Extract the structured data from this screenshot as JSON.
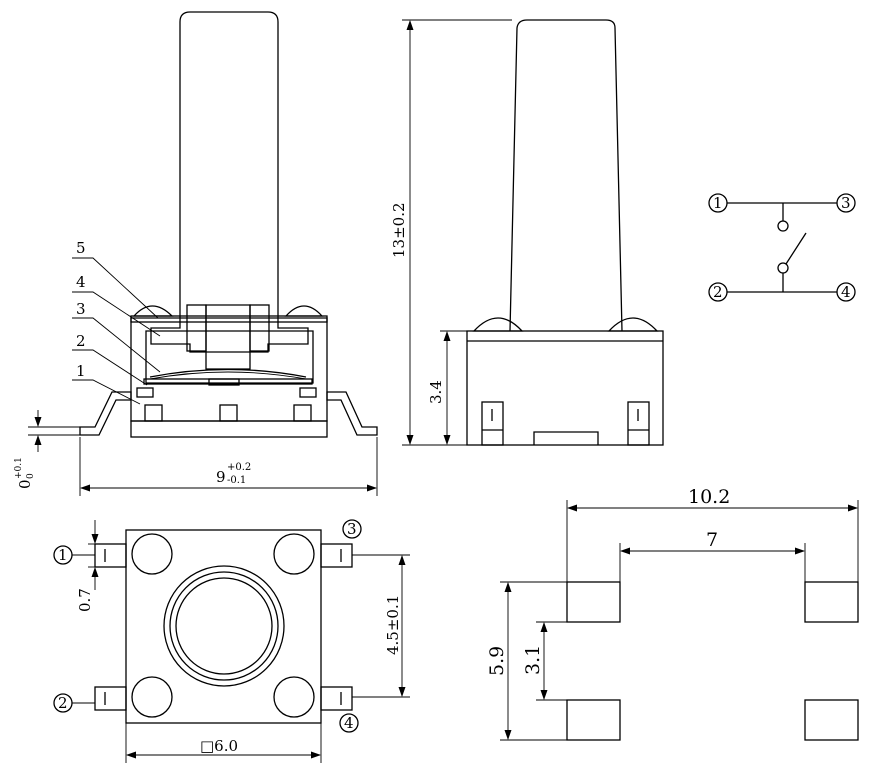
{
  "part_labels": [
    "1",
    "2",
    "3",
    "4",
    "5"
  ],
  "pin_numbers": {
    "p1": "1",
    "p2": "2",
    "p3": "3",
    "p4": "4"
  },
  "dimensions": {
    "height_total": "13±0.2",
    "height_body": "3.4",
    "width_leads_main": "9",
    "width_leads_tol_upper": "+0.2",
    "width_leads_tol_lower": "-0.1",
    "lead_offset_main": "0",
    "lead_offset_tol_upper": "+0.1",
    "lead_offset_tol_lower": "0",
    "lead_width": "0.7",
    "pin_pitch": "4.5±0.1",
    "body_square": "□6.0",
    "pad_outer": "10.2",
    "pad_inner": "7",
    "pad_height_outer": "5.9",
    "pad_height_inner": "3.1"
  },
  "colors": {
    "line": "#000000",
    "background": "#ffffff"
  }
}
